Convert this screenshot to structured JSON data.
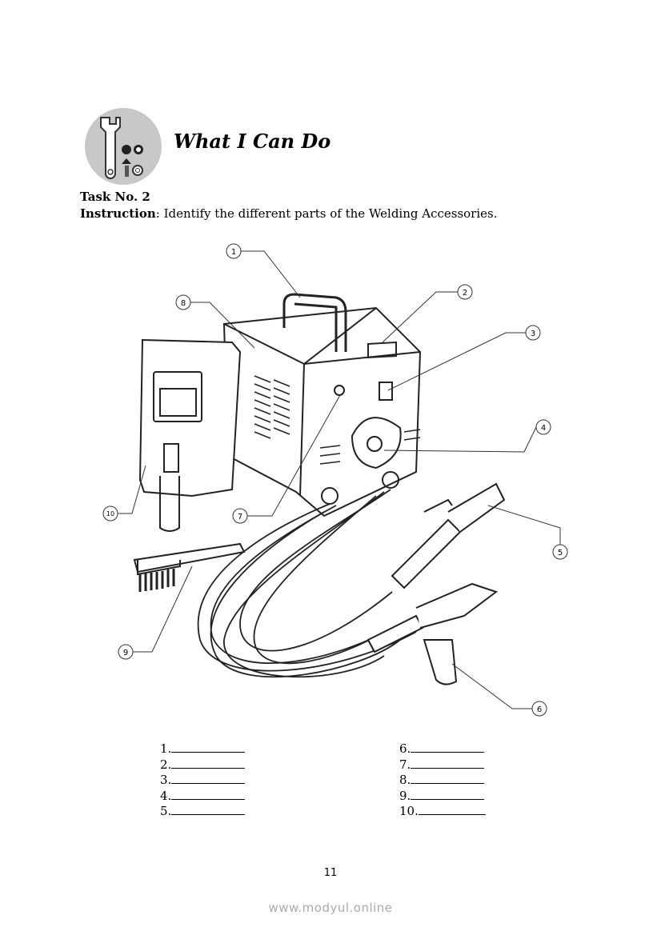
{
  "header": {
    "title": "What I Can Do",
    "logo_icon": "tools-icon"
  },
  "task": {
    "label": "Task No. 2",
    "instruction_label": "Instruction",
    "instruction_text": ": Identify the different parts of the Welding Accessories."
  },
  "figure": {
    "callouts": [
      "1",
      "2",
      "3",
      "4",
      "5",
      "6",
      "7",
      "8",
      "9",
      "10"
    ]
  },
  "answers": {
    "left": [
      "1.",
      "2.",
      "3.",
      "4.",
      "5."
    ],
    "right": [
      "6.",
      "7.",
      "8.",
      "9.",
      "10."
    ]
  },
  "footer": {
    "page_number": "11",
    "watermark": "www.modyul.online"
  }
}
